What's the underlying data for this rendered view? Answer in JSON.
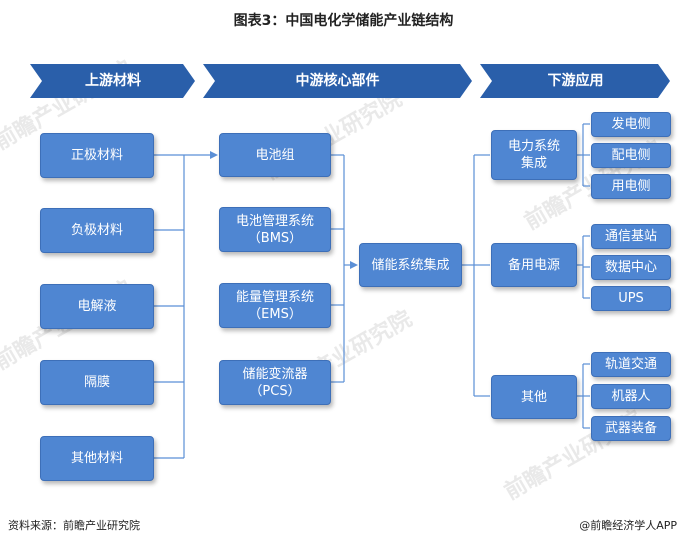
{
  "title": "图表3：中国电化学储能产业链结构",
  "headers": [
    "上游材料",
    "中游核心部件",
    "下游应用"
  ],
  "upstream": [
    "正极材料",
    "负极材料",
    "电解液",
    "隔膜",
    "其他材料"
  ],
  "midstream": [
    "电池组",
    "电池管理系统\n（BMS）",
    "能量管理系统\n（EMS）",
    "储能变流器\n（PCS）"
  ],
  "integration": "储能系统集成",
  "downstream": [
    {
      "label": "电力系统\n集成",
      "items": [
        "发电侧",
        "配电侧",
        "用电侧"
      ]
    },
    {
      "label": "备用电源",
      "items": [
        "通信基站",
        "数据中心",
        "UPS"
      ]
    },
    {
      "label": "其他",
      "items": [
        "轨道交通",
        "机器人",
        "武器装备"
      ]
    }
  ],
  "watermark": "前瞻产业研究院",
  "footer": {
    "source": "资料来源：前瞻产业研究院",
    "brand": "@前瞻经济学人APP"
  },
  "colors": {
    "box": "#4f86d2",
    "header": "#2a5faa",
    "line": "#5b8fd6"
  }
}
